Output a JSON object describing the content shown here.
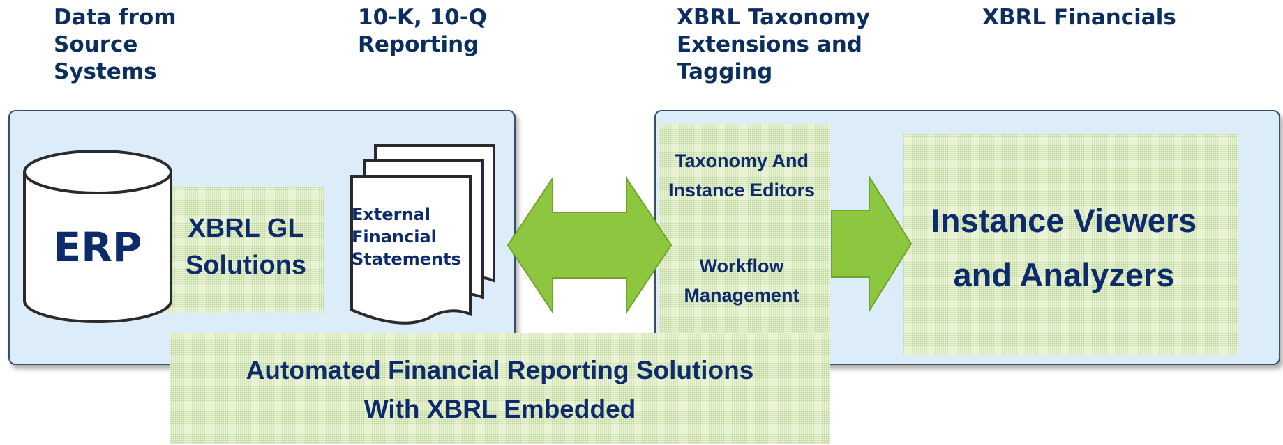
{
  "headings": {
    "source_systems": "Data from\nSource\nSystems",
    "reporting": "10-K, 10-Q\nReporting",
    "taxonomy": "XBRL Taxonomy\nExtensions and\nTagging",
    "financials": "XBRL Financials"
  },
  "left_panel": {
    "erp_label": "ERP",
    "gl_label": "XBRL GL\nSolutions",
    "statements_label": "External\nFinancial\nStatements"
  },
  "right_panel": {
    "editors_label": "Taxonomy  And\nInstance Editors",
    "workflow_label": "Workflow\nManagement",
    "viewers_label": "Instance Viewers\nand Analyzers"
  },
  "bottom_label": "Automated Financial Reporting Solutions\nWith XBRL Embedded",
  "colors": {
    "heading": "#0b2e5e",
    "label": "#0d2b6a",
    "panel": "#dcecf8",
    "arrow": "#8dc63f"
  }
}
